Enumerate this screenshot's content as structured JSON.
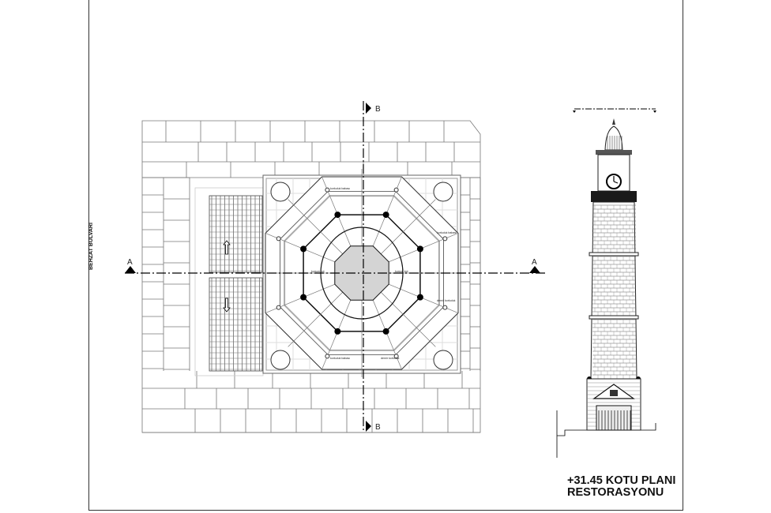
{
  "drawing": {
    "title_line1": "+31.45 KOTU PLANI",
    "title_line2": "RESTORASYONU",
    "street_label": "BEHZAT BULVARI",
    "section_a": "A",
    "section_b": "B",
    "plan_labels": {
      "railing_post": "korkuluk babası",
      "lead_cover": "kurşun kpl.",
      "iron_railing": "demir korkuluk"
    }
  }
}
